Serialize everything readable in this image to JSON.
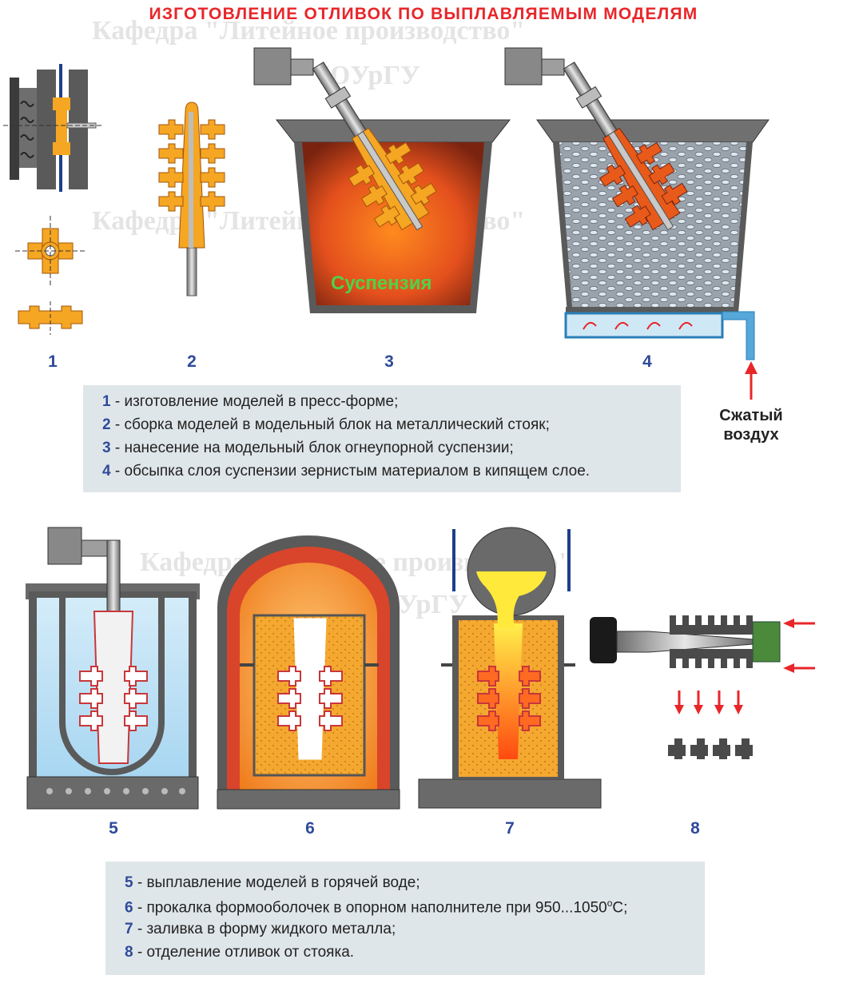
{
  "title": "ИЗГОТОВЛЕНИЕ ОТЛИВОК ПО ВЫПЛАВЛЯЕМЫМ МОДЕЛЯМ",
  "watermark": {
    "line1": "Кафедра \"Литейное производство\"",
    "line2": "ЮУрГУ"
  },
  "labels": {
    "suspension": "Суспензия",
    "air_line1": "Сжатый",
    "air_line2": "воздух"
  },
  "steps": [
    {
      "num": "1",
      "text": " - изготовление моделей в пресс-форме;"
    },
    {
      "num": "2",
      "text": " - сборка моделей в модельный блок на металлический стояк;"
    },
    {
      "num": "3",
      "text": " - нанесение на модельный блок огнеупорной суспензии;"
    },
    {
      "num": "4",
      "text": " - обсыпка слоя суспензии зернистым материалом в кипящем слое."
    },
    {
      "num": "5",
      "text": " - выплавление моделей в горячей воде;"
    },
    {
      "num": "6",
      "text": " - прокалка формооболочек в опорном наполнителе при 950...1050",
      "sup": "o",
      "tail": "C;"
    },
    {
      "num": "7",
      "text": " - заливка в форму жидкого металла;"
    },
    {
      "num": "8",
      "text": " - отделение отливок от стояка."
    }
  ],
  "colors": {
    "title": "#e8262a",
    "step_number": "#2e4a9a",
    "legend_bg": "#dfe6e9",
    "model_wax": "#f5a623",
    "arrow": "#e8262a",
    "suspension_text": "#4ed24a"
  }
}
